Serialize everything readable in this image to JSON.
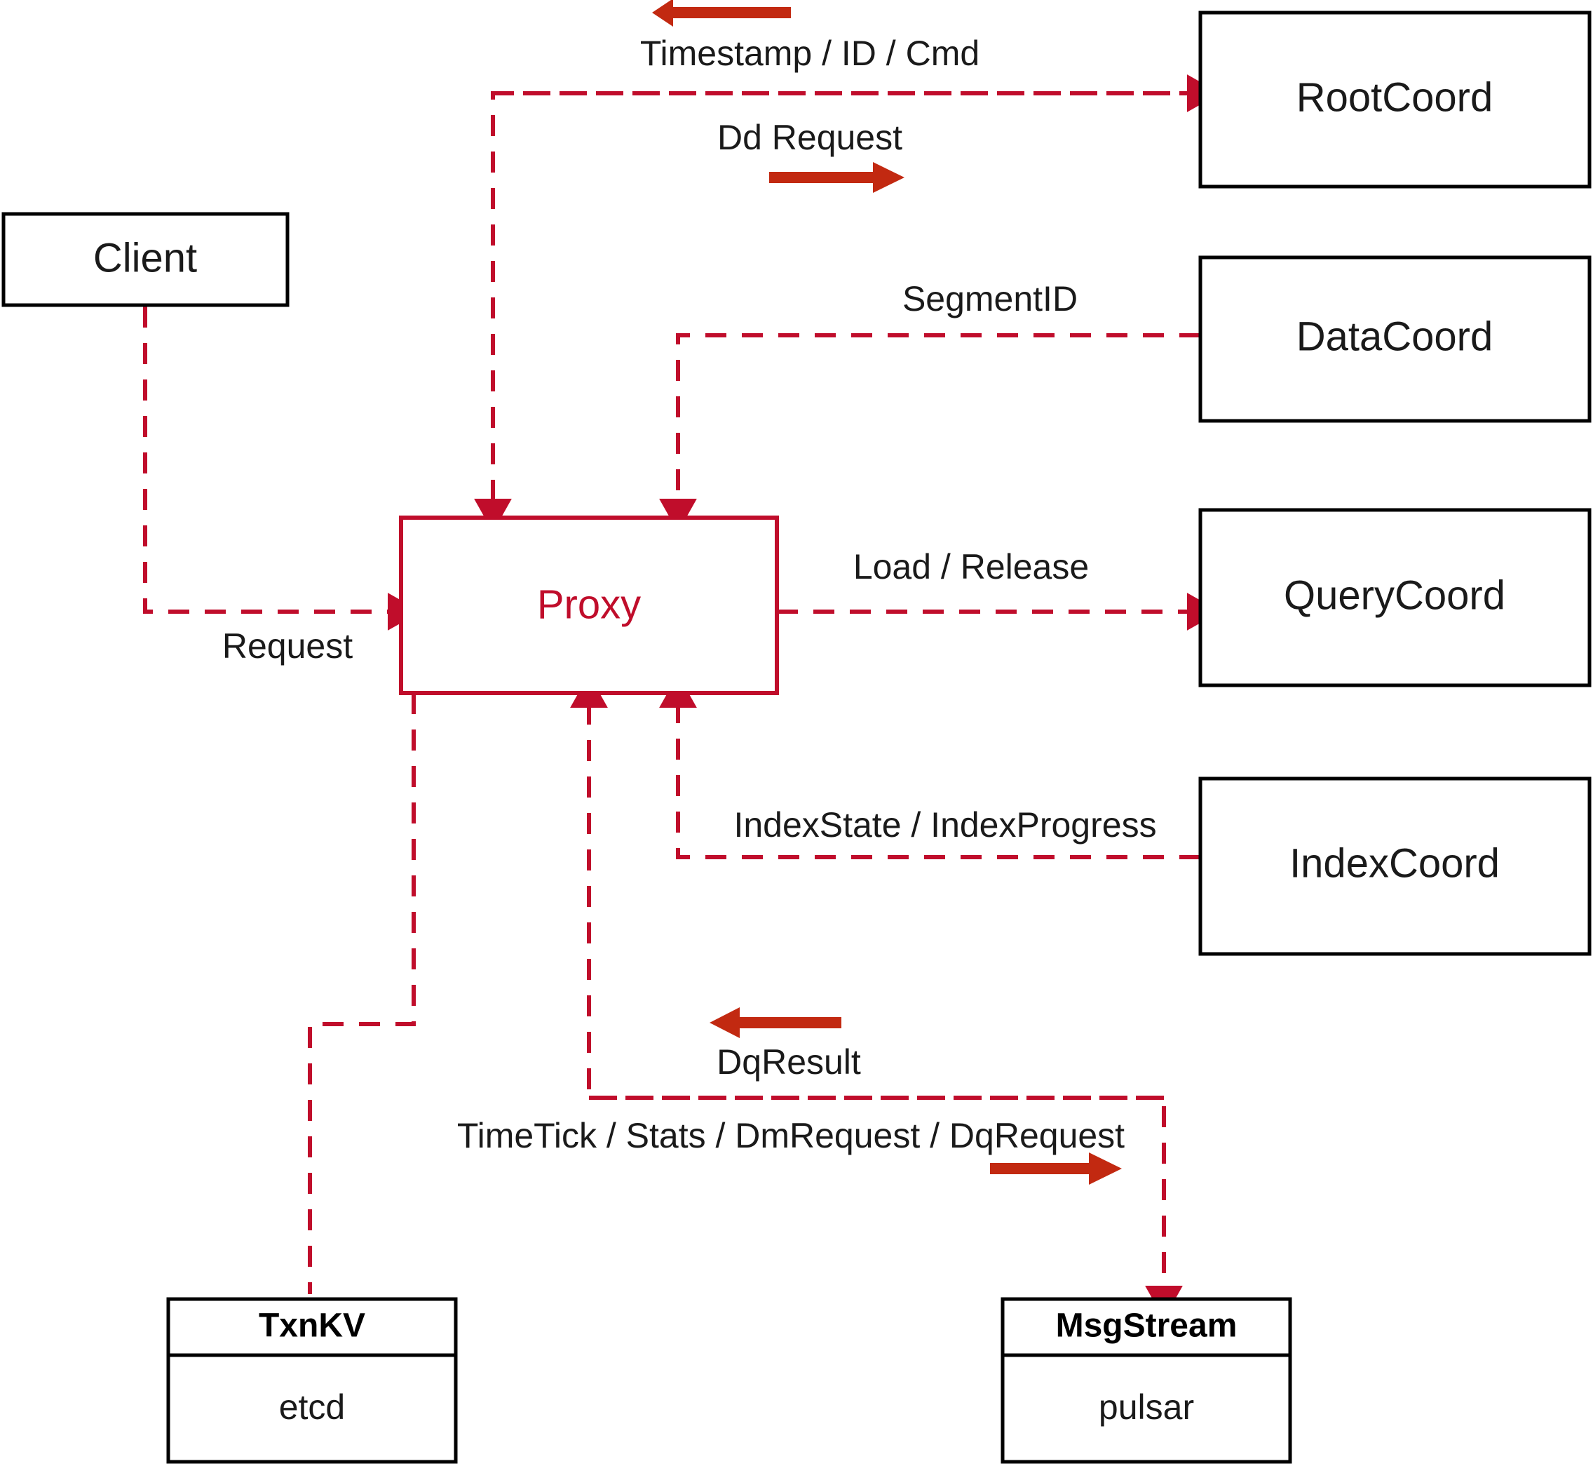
{
  "diagram": {
    "title": "Proxy component interaction diagram",
    "colors": {
      "accent": "#C00D2B",
      "arrow": "#C22911",
      "node_border": "#000000",
      "background": "#FFFFFF"
    },
    "nodes": [
      {
        "id": "client",
        "label": "Client",
        "style": "plain"
      },
      {
        "id": "proxy",
        "label": "Proxy",
        "style": "accent"
      },
      {
        "id": "rootcoord",
        "label": "RootCoord",
        "style": "plain"
      },
      {
        "id": "datacoord",
        "label": "DataCoord",
        "style": "plain"
      },
      {
        "id": "querycoord",
        "label": "QueryCoord",
        "style": "plain"
      },
      {
        "id": "indexcoord",
        "label": "IndexCoord",
        "style": "plain"
      },
      {
        "id": "txnkv",
        "label": "TxnKV",
        "sub": "etcd",
        "style": "two-part"
      },
      {
        "id": "msgstream",
        "label": "MsgStream",
        "sub": "pulsar",
        "style": "two-part"
      }
    ],
    "edges": [
      {
        "id": "e1",
        "from": "rootcoord",
        "to": "proxy",
        "label": "Timestamp / ID / Cmd"
      },
      {
        "id": "e2",
        "from": "proxy",
        "to": "rootcoord",
        "label": "Dd Request"
      },
      {
        "id": "e3",
        "from": "datacoord",
        "to": "proxy",
        "label": "SegmentID"
      },
      {
        "id": "e4",
        "from": "client",
        "to": "proxy",
        "label": "Request"
      },
      {
        "id": "e5",
        "from": "proxy",
        "to": "querycoord",
        "label": "Load / Release"
      },
      {
        "id": "e6",
        "from": "indexcoord",
        "to": "proxy",
        "label": "IndexState / IndexProgress"
      },
      {
        "id": "e7",
        "from": "msgstream",
        "to": "proxy",
        "label": "DqResult"
      },
      {
        "id": "e8",
        "from": "proxy",
        "to": "msgstream",
        "label": "TimeTick / Stats / DmRequest / DqRequest"
      },
      {
        "id": "e9",
        "from": "proxy",
        "to": "txnkv",
        "label": ""
      }
    ],
    "labels": {
      "timestamp_id_cmd": "Timestamp / ID / Cmd",
      "dd_request": "Dd Request",
      "segment_id": "SegmentID",
      "request": "Request",
      "load_release": "Load / Release",
      "index_state_progress": "IndexState / IndexProgress",
      "dq_result": "DqResult",
      "timetick_stats": "TimeTick / Stats / DmRequest / DqRequest"
    },
    "node_text": {
      "client": "Client",
      "proxy": "Proxy",
      "rootcoord": "RootCoord",
      "datacoord": "DataCoord",
      "querycoord": "QueryCoord",
      "indexcoord": "IndexCoord",
      "txnkv_title": "TxnKV",
      "txnkv_impl": "etcd",
      "msgstream_title": "MsgStream",
      "msgstream_impl": "pulsar"
    }
  }
}
